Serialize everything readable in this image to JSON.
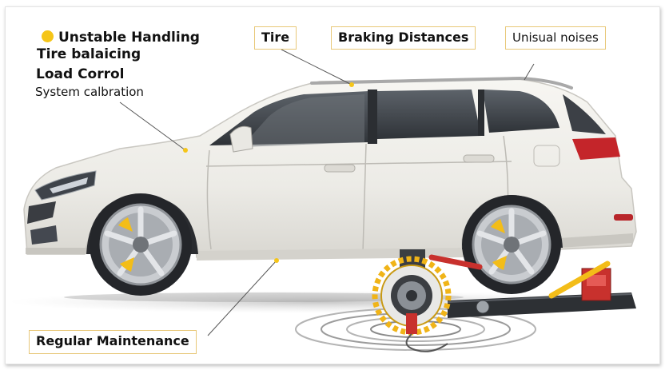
{
  "labels": {
    "unstable_handling": "Unstable Handling",
    "tire_balancing": "Tire balaicing",
    "load_control": "Load Corrol",
    "system_calibration": "System calbration",
    "tire": "Tire",
    "braking_distances": "Braking Distances",
    "unusual_noises": "Unisual noises",
    "regular_maintenance": "Regular  Maintenance"
  },
  "colors": {
    "accent_yellow": "#f5c518",
    "box_border": "#e8c879",
    "car_body": "#f1efea",
    "jack_red": "#d0312d"
  },
  "icons": {
    "bullet": "yellow-dot-icon"
  }
}
